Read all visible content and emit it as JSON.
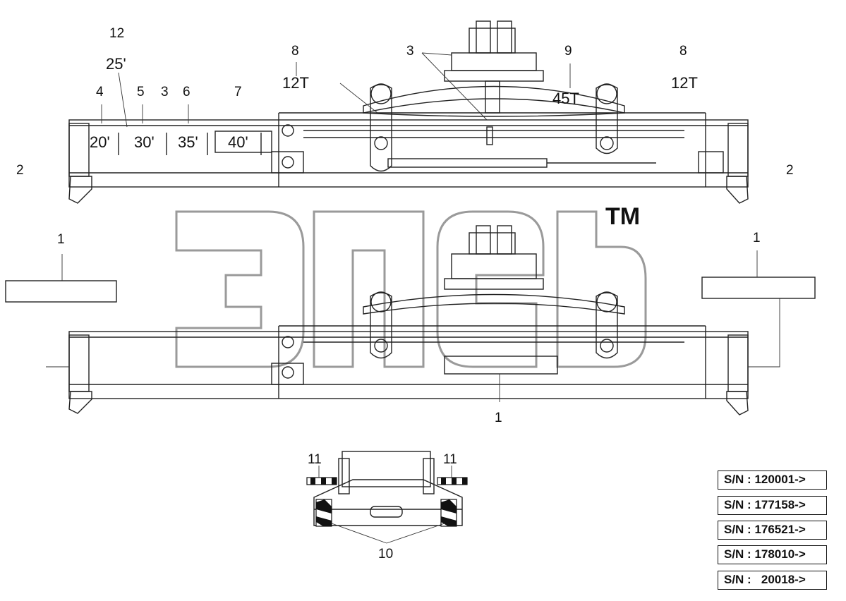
{
  "callouts": {
    "c1a": "1",
    "c1b": "1",
    "c1c": "1",
    "c2a": "2",
    "c2b": "2",
    "c3a": "3",
    "c3b": "3",
    "c4": "4",
    "c5": "5",
    "c6": "6",
    "c7": "7",
    "c8a": "8",
    "c8b": "8",
    "c9": "9",
    "c10": "10",
    "c11a": "11",
    "c11b": "11",
    "c12": "12"
  },
  "decals": {
    "d25": "25'",
    "d20": "20'",
    "d30": "30'",
    "d35": "35'",
    "d40": "40'",
    "t12a": "12T",
    "t12b": "12T",
    "t45": "45T"
  },
  "watermark": {
    "tm": "TM"
  },
  "serials": [
    "S/N : 120001->",
    "S/N : 177158->",
    "S/N : 176521->",
    "S/N : 178010->",
    "S/N :   20018->"
  ]
}
